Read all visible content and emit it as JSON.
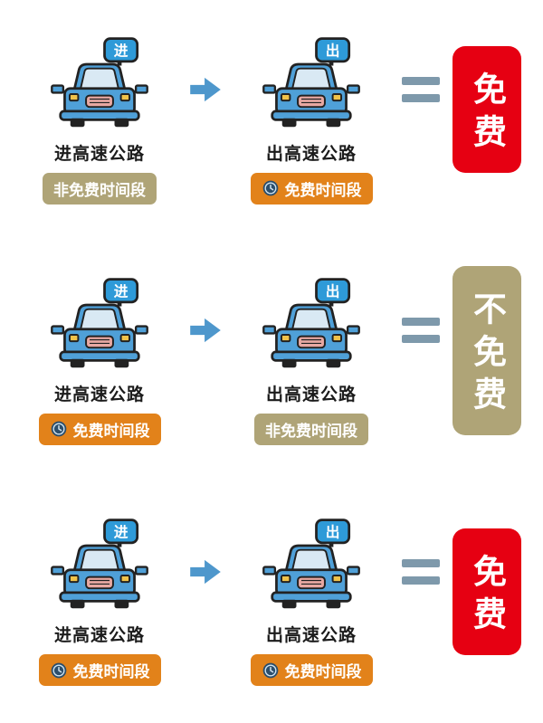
{
  "colors": {
    "car_blue": "#4FA0D8",
    "free_tag_bg": "#E2821A",
    "nonfree_tag_bg": "#AFA477",
    "free_badge_bg": "#E60012",
    "nonfree_badge_bg": "#AFA477",
    "arrow": "#4E97CC",
    "equals": "#7E99AB",
    "badge_text": "#ffffff",
    "tag_text": "#ffffff",
    "label_text": "#1b1b1b"
  },
  "rows": [
    {
      "enter": {
        "flag_label": "进",
        "station_label": "进高速公路",
        "tag": {
          "text": "非免费时间段",
          "type": "nonfree",
          "has_clock": false
        }
      },
      "exit": {
        "flag_label": "出",
        "station_label": "出高速公路",
        "tag": {
          "text": "免费时间段",
          "type": "free",
          "has_clock": true
        }
      },
      "result": {
        "text": "免费",
        "type": "free"
      }
    },
    {
      "enter": {
        "flag_label": "进",
        "station_label": "进高速公路",
        "tag": {
          "text": "免费时间段",
          "type": "free",
          "has_clock": true
        }
      },
      "exit": {
        "flag_label": "出",
        "station_label": "出高速公路",
        "tag": {
          "text": "非免费时间段",
          "type": "nonfree",
          "has_clock": false
        }
      },
      "result": {
        "text": "不免费",
        "type": "nonfree"
      }
    },
    {
      "enter": {
        "flag_label": "进",
        "station_label": "进高速公路",
        "tag": {
          "text": "免费时间段",
          "type": "free",
          "has_clock": true
        }
      },
      "exit": {
        "flag_label": "出",
        "station_label": "出高速公路",
        "tag": {
          "text": "免费时间段",
          "type": "free",
          "has_clock": true
        }
      },
      "result": {
        "text": "免费",
        "type": "free"
      }
    }
  ]
}
